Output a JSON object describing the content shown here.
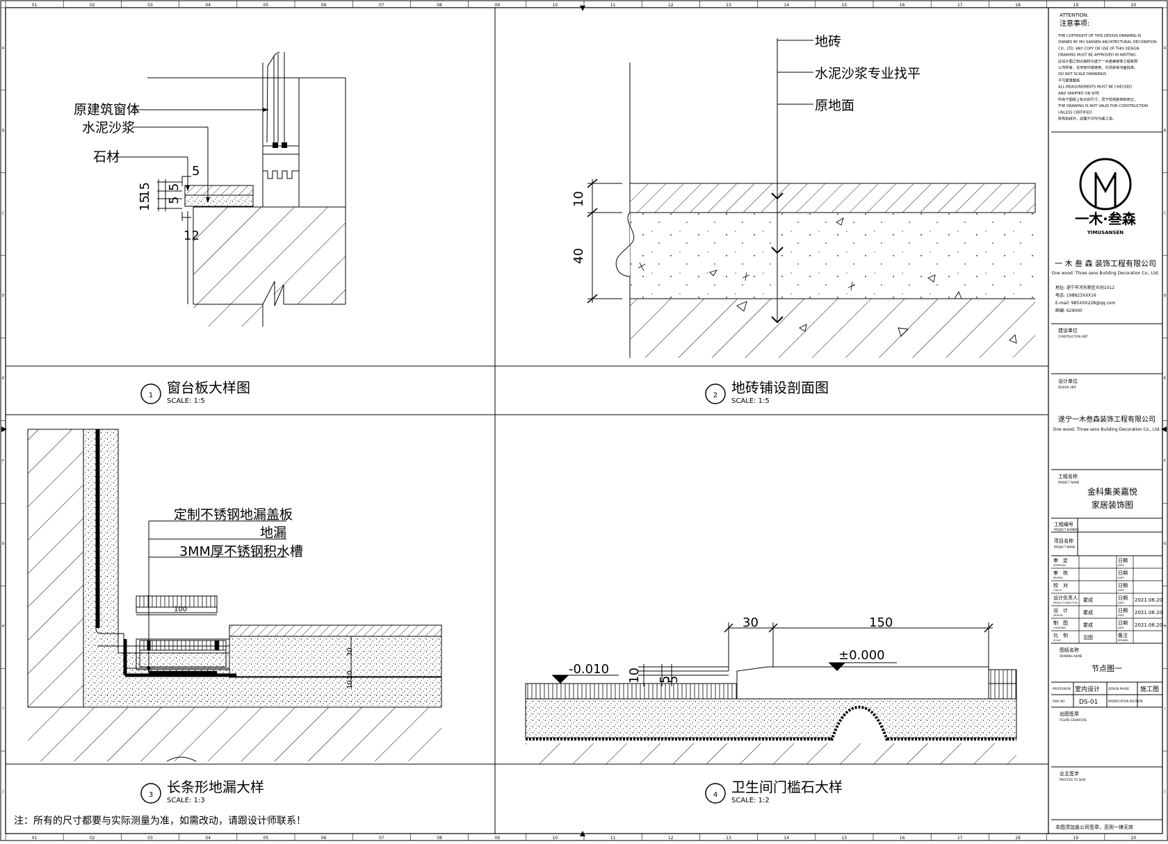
{
  "grid": {
    "columns": [
      "01",
      "02",
      "03",
      "04",
      "05",
      "06",
      "07",
      "08",
      "09",
      "10",
      "11",
      "12",
      "13",
      "14",
      "15",
      "16",
      "17",
      "18",
      "19",
      "20"
    ],
    "rows": [
      "A",
      "B",
      "C",
      "D",
      "E",
      "F",
      "G",
      "H",
      "I",
      "J"
    ]
  },
  "details": [
    {
      "num": "1",
      "title": "窗台板大样图",
      "scale": "SCALE: 1:5"
    },
    {
      "num": "2",
      "title": "地砖铺设剖面图",
      "scale": "SCALE: 1:5"
    },
    {
      "num": "3",
      "title": "长条形地漏大样",
      "scale": "SCALE: 1:3"
    },
    {
      "num": "4",
      "title": "卫生间门槛石大样",
      "scale": "SCALE: 1:2"
    }
  ],
  "d1": {
    "labels": [
      "原建筑窗体",
      "水泥沙浆",
      "石材"
    ],
    "dims": {
      "top": "5",
      "a": "15",
      "b": "15",
      "c": "5",
      "d": "5",
      "e": "12"
    }
  },
  "d2": {
    "labels": [
      "地砖",
      "水泥沙浆专业找平",
      "原地面"
    ],
    "dims": {
      "tile": "10",
      "mortar": "40"
    }
  },
  "d3": {
    "labels": [
      "定制不锈钢地漏盖板",
      "地漏",
      "3MM厚不锈钢积水槽"
    ],
    "dims": {
      "width": "100",
      "h1": "30",
      "h2": "20",
      "h3": "10"
    }
  },
  "d4": {
    "dims": {
      "w1": "30",
      "w2": "150",
      "lvl_low": "-0.010",
      "lvl_zero": "±0.000",
      "h1": "10",
      "h2": "5",
      "h3": "5"
    }
  },
  "note": "注：所有的尺寸都要与实际测量为准，如需改动，请跟设计师联系！",
  "titleblock": {
    "attention_en": "ATTENTION:",
    "attention_cn": "注意事项:",
    "notes": [
      "THE COPYRIGHT OF THIS DESIGN DRAWING IS",
      "OWNED BY MU SANSEN ARCHITECTURAL DECORATION",
      "CO., LTD. ANY COPY OR USE OF THIS DESIGN",
      "DRAWING MUST BE APPROVED IN WRITING.",
      "此设计图之知识版权为遂宁一木叁森装饰工程有限",
      "公司所有，任何复印或使用，均须获得书面批准。",
      "DO NOT SCALE DRAWINGS",
      "不可度量图纸",
      "ALL MEASUREMENTS MUST BE CHECKED",
      "AND VARIFIED ON SITE",
      "所有于图纸上标示的尺寸，须于现场复核和修正。",
      "THE DRAWING IS NOT VALID FOR CONSTRUCTION",
      "UNLESS CERTIFIED",
      "除有批核外，此图不可作为施工用。"
    ],
    "logo_brand": "一木·叁森",
    "logo_en": "YIMUSANSEN",
    "company": "一 木 叁 森  装饰工程有限公司",
    "company_en": "One wood. Three sens Building Decoration Co., Ltd.",
    "contact": [
      "地址: 遂宁市河东新区众创1012",
      "电话: 198823XXX16",
      "E-mail: 985XXX228@qq.com",
      "邮编: 629000"
    ],
    "construction_unit_cn": "建设单位",
    "construction_unit_en": "CONSTRUCTION UNIT",
    "design_unit_cn": "设计单位",
    "design_unit_en": "DESIGN UNIT",
    "design_company": "遂宁一木叁森装饰工程有限公司",
    "design_company_en": "One wood. Three sens Building Decoration Co., Ltd.",
    "project_name_cn": "工程名称",
    "project_name_en": "PROJECT NAME",
    "project_line1": "金科集美嘉悦",
    "project_line2": "家居装饰图",
    "project_no_cn": "工程编号",
    "project_no_en": "PROJECT NUMBER",
    "item_name_cn": "项目名称",
    "item_name_en": "PROJECT NAME",
    "sign_rows": [
      {
        "cn": "审　定",
        "en": "APPROVAL",
        "name": "",
        "date": ""
      },
      {
        "cn": "审　核",
        "en": "REVIEW",
        "name": "",
        "date": ""
      },
      {
        "cn": "校　对",
        "en": "CHECK",
        "name": "",
        "date": ""
      },
      {
        "cn": "设计负责人",
        "en": "PROJECT DIRECTOR",
        "name": "霍成",
        "date": "2021.06.20"
      },
      {
        "cn": "设　计",
        "en": "DESIGN",
        "name": "霍成",
        "date": "2021.06.20"
      },
      {
        "cn": "制　图",
        "en": "CHARTING",
        "name": "霍成",
        "date": "2021.06.20"
      }
    ],
    "date_cn": "日期",
    "date_en": "DATE",
    "scale_cn": "比　例",
    "scale_en": "SCALE",
    "scale_val": "见图",
    "remark_cn": "备注",
    "remark_en": "REMARK",
    "drawing_name_cn": "图纸名称",
    "drawing_name_en": "DRAWING NAME",
    "drawing_name": "节点图一",
    "profession_en": "PROFESSION",
    "profession": "室内设计",
    "phase_en": "DESIGN PHASE",
    "phase": "施工图",
    "dwg_no_en": "DWG NO",
    "dwg_no": "DS-01",
    "revision_en": "MODIFICATION REVISION",
    "figure_sig_cn": "出图签章",
    "figure_sig_en": "FIGURE SIGNATURE",
    "owner_sig_cn": "业主签字",
    "owner_sig_en": "PRACTICE TO SIGN",
    "footer": "本图须加盖公司签章，否则一律无效"
  }
}
